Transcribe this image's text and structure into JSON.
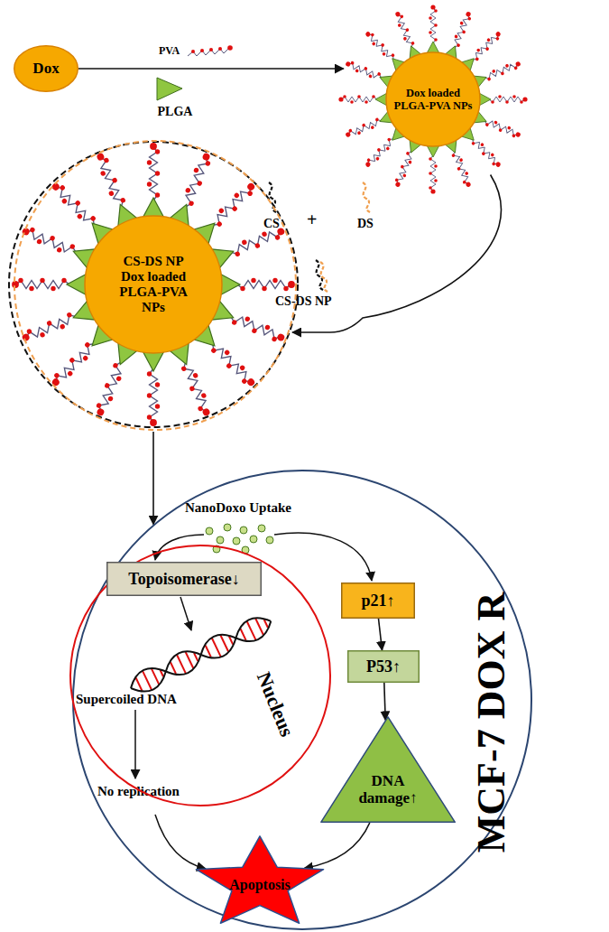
{
  "diagram": {
    "nodes": [
      {
        "text": [
          "Dox"
        ]
      },
      {
        "text": [
          "PLGA"
        ]
      },
      {
        "text": [
          "Dox loaded PLGA-PVA NPs"
        ]
      },
      {
        "text": [
          "CS-DS NP Dox loaded PLGA-PVA NPs"
        ]
      },
      {
        "text": [
          "MCF-7 DOX R"
        ]
      },
      {
        "text": [
          "Nucleus"
        ],
        "in": 4
      },
      {
        "text": [
          "Topoisomerase↓"
        ],
        "in": 5
      },
      {
        "text": [
          "p21↑"
        ],
        "in": 4
      },
      {
        "text": [
          "P53↑"
        ],
        "in": 4
      },
      {
        "text": [
          "DNA damage↑"
        ],
        "in": 4
      },
      {
        "text": [
          "Apoptosis"
        ],
        "in": 4
      }
    ],
    "edges": [
      {
        "from": 0,
        "to": 2,
        "arrow": "to",
        "label": "PVA"
      },
      {
        "from": 2,
        "to": 3,
        "arrow": "to"
      },
      {
        "from": 3,
        "to": 4,
        "arrow": "to"
      },
      {
        "from": 7,
        "to": 8,
        "arrow": "to"
      },
      {
        "from": 8,
        "to": 9,
        "arrow": "to"
      },
      {
        "from": 9,
        "to": 10,
        "arrow": "to"
      }
    ],
    "labels": [
      "CS",
      "+",
      "DS",
      "CS-DS NP",
      "NanoDoxo Uptake",
      "Supercoiled DNA",
      "No replication"
    ]
  }
}
